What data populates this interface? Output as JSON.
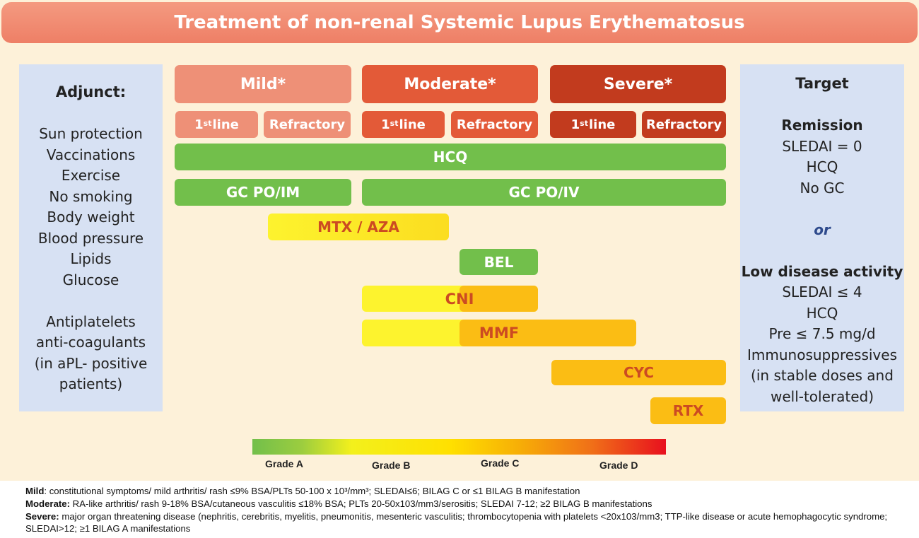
{
  "title": "Treatment of non-renal Systemic Lupus Erythematosus",
  "adjunct": {
    "heading": "Adjunct:",
    "items": [
      "Sun protection",
      "Vaccinations",
      "Exercise",
      "No smoking",
      "Body weight",
      "Blood pressure",
      "Lipids",
      "Glucose"
    ],
    "items2": [
      "Antiplatelets",
      "anti-coagulants",
      "(in  aPL- positive",
      "patients)"
    ]
  },
  "severity": {
    "mild": "Mild*",
    "moderate": "Moderate*",
    "severe": "Severe*",
    "first_line_base": "1",
    "first_line_sup": "st",
    "first_line_rest": " line",
    "refractory": "Refractory"
  },
  "drugs": {
    "hcq": "HCQ",
    "gc_po_im": "GC PO/IM",
    "gc_po_iv": "GC PO/IV",
    "mtx_aza": "MTX / AZA",
    "bel": "BEL",
    "cni": "CNI",
    "mmf": "MMF",
    "cyc": "CYC",
    "rtx": "RTX"
  },
  "target": {
    "heading": "Target",
    "remission": "Remission",
    "remission_items": [
      "SLEDAI = 0",
      "HCQ",
      "No GC"
    ],
    "or": "or",
    "lda": "Low disease activity",
    "lda_items": [
      "SLEDAI ≤ 4",
      "HCQ",
      "Pre ≤ 7.5 mg/d",
      "Immunosuppressives",
      "(in stable doses and",
      "well-tolerated)"
    ]
  },
  "grades": [
    "Grade A",
    "Grade B",
    "Grade C",
    "Grade D"
  ],
  "colors": {
    "mild": "#ee9077",
    "moderate": "#e35a38",
    "severe": "#c23b1e",
    "green": "#72bf4b",
    "yellow": "#fdf32e",
    "amber": "#fbbd14"
  },
  "footnotes": {
    "mild_label": "Mild",
    "mild_text": ": constitutional symptoms/ mild arthritis/ rash ≤9% BSA/PLTs 50-100 x 10³/mm³; SLEDAI≤6; BILAG C or ≤1 BILAG B manifestation",
    "moderate_label": "Moderate:",
    "moderate_text": " RA-like arthritis/ rash 9-18% BSA/cutaneous vasculitis ≤18% BSA; PLTs 20-50x103/mm3/serositis; SLEDAI 7-12; ≥2 BILAG B manifestations",
    "severe_label": "Severe:",
    "severe_text": " major organ threatening disease (nephritis, cerebritis, myelitis, pneumonitis, mesenteric vasculitis;  thrombocytopenia with platelets <20x103/mm3; TTP-like disease or acute hemophagocytic syndrome; SLEDAI>12; ≥1 BILAG A manifestations"
  }
}
